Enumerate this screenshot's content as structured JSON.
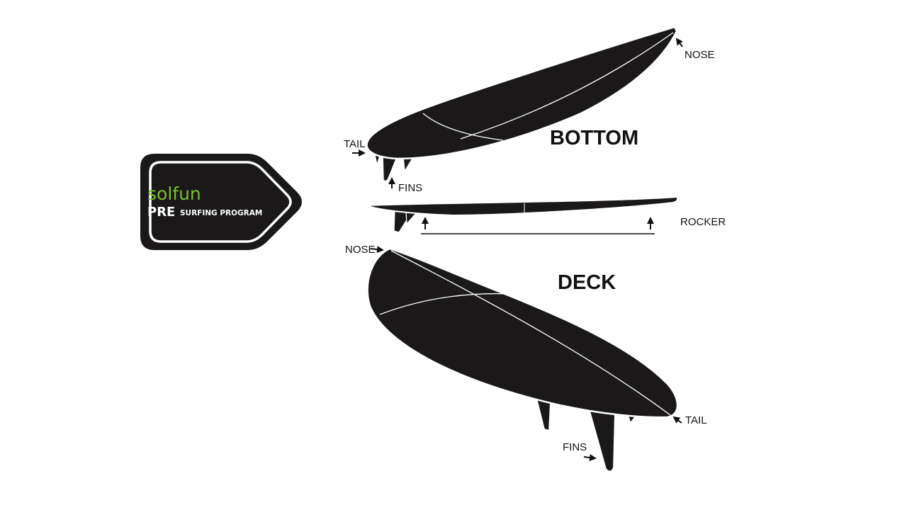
{
  "logo": {
    "brand": "solfun",
    "pre": "PRE",
    "program": "SURFING PROGRAM",
    "brand_color": "#7bbf2e"
  },
  "views": {
    "bottom": {
      "heading": "BOTTOM",
      "nose": "NOSE",
      "tail": "TAIL",
      "fins": "FINS"
    },
    "rocker": {
      "label": "ROCKER"
    },
    "deck": {
      "heading": "DECK",
      "nose": "NOSE",
      "tail": "TAIL",
      "fins": "FINS"
    }
  },
  "colors": {
    "board": "#1a1818",
    "outline": "#ffffff",
    "ink": "#111111"
  }
}
